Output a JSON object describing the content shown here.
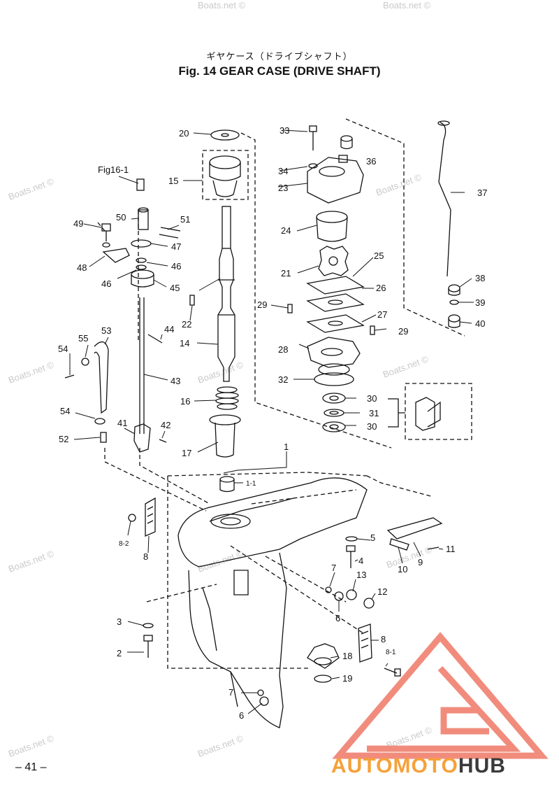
{
  "header": {
    "title_jp": "ギヤケース（ドライブシャフト）",
    "title_en": "Fig. 14    GEAR CASE   (DRIVE SHAFT)"
  },
  "page_number": "– 41 –",
  "watermark": "Boats.net ©",
  "logo": {
    "text_part1": "AUTOMOTO",
    "text_part2": "HUB",
    "accent_color": "#f6a13a",
    "triangle_color": "#f08070",
    "dark_color": "#3a3a3a"
  },
  "labels": {
    "l1": "1",
    "l1_1": "1-1",
    "l2": "2",
    "l3": "3",
    "l4": "4",
    "l5": "5",
    "l6a": "6",
    "l6b": "6",
    "l7a": "7",
    "l7b": "7",
    "l8a": "8",
    "l8_2": "8-2",
    "l8b": "8",
    "l8_1": "8-1",
    "l9": "9",
    "l10": "10",
    "l11": "11",
    "l12": "12",
    "l13": "13",
    "l14": "14",
    "l15": "15",
    "l16": "16",
    "l17": "17",
    "l18": "18",
    "l19": "19",
    "l20": "20",
    "l21": "21",
    "l22": "22",
    "l23": "23",
    "l24": "24",
    "l25": "25",
    "l26": "26",
    "l27": "27",
    "l28": "28",
    "l29a": "29",
    "l29b": "29",
    "l30a": "30",
    "l30b": "30",
    "l31": "31",
    "l32": "32",
    "l33": "33",
    "l34": "34",
    "l36": "36",
    "l37": "37",
    "l38": "38",
    "l39": "39",
    "l40": "40",
    "l41": "41",
    "l42": "42",
    "l43": "43",
    "l44": "44",
    "l45": "45",
    "l46a": "46",
    "l46b": "46",
    "l47": "47",
    "l48": "48",
    "l49": "49",
    "l50": "50",
    "l51": "51",
    "l52": "52",
    "l53": "53",
    "l54a": "54",
    "l54b": "54",
    "l55": "55",
    "fig16": "Fig16-1"
  }
}
